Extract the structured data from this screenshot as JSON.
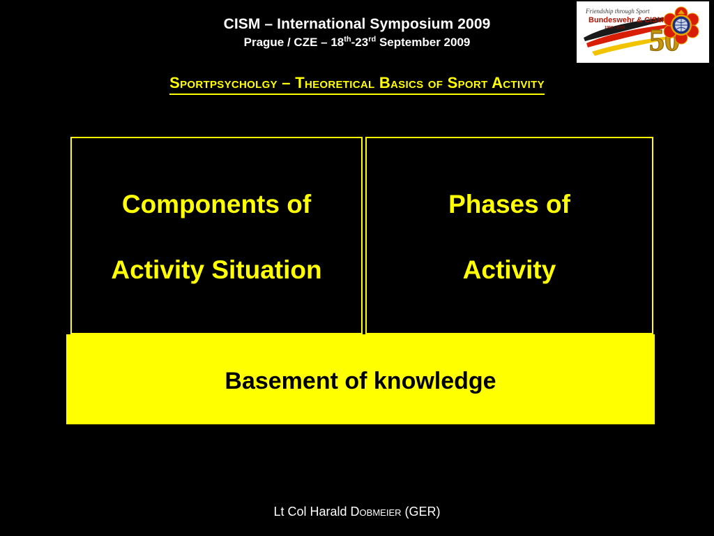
{
  "slide": {
    "background_color": "#000000",
    "accent_color": "#ffff00",
    "text_color": "#ffffff"
  },
  "header": {
    "title": "CISM – International Symposium 2009",
    "location_date_prefix": "Prague / CZE – 18",
    "ordinal_1": "th",
    "date_middle": "-23",
    "ordinal_2": "rd",
    "date_suffix": " September 2009"
  },
  "logo": {
    "tagline": "Friendship through Sport",
    "organisation": "Bundeswehr & CISM",
    "years": "1959 - 2009",
    "anniversary": "50",
    "emblem_name": "cism-emblem"
  },
  "slide_title": {
    "text": "Sportpsycholgy – Theoretical Basics of Sport Activity"
  },
  "diagram": {
    "left_box": {
      "line1": "Components of",
      "line2": "Activity Situation"
    },
    "right_box": {
      "line1": "Phases of",
      "line2": "Activity"
    },
    "basement": {
      "label": "Basement of knowledge"
    }
  },
  "footer": {
    "rank_name": "Lt Col Harald ",
    "surname": "Dobmeier",
    "country": " (GER)"
  }
}
